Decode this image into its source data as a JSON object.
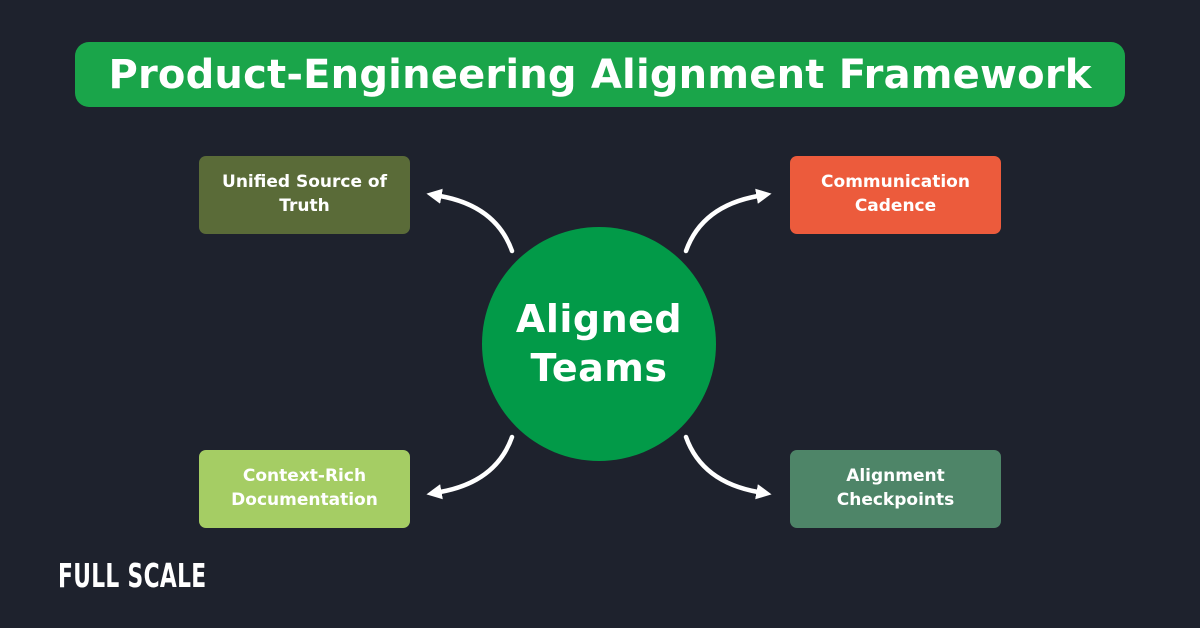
{
  "canvas": {
    "bg_color": "#1E222D"
  },
  "header": {
    "title": "Product-Engineering Alignment Framework",
    "bg_color": "#1AA54A",
    "text_color": "#FFFFFF"
  },
  "center": {
    "label": "Aligned\nTeams",
    "bg_color": "#029A48",
    "text_color": "#FFFFFF"
  },
  "nodes": {
    "top_left": {
      "label": "Unified Source of\nTruth",
      "bg_color": "#5A6B38"
    },
    "top_right": {
      "label": "Communication\nCadence",
      "bg_color": "#EC5B3C"
    },
    "bottom_left": {
      "label": "Context-Rich\nDocumentation",
      "bg_color": "#A5CD64"
    },
    "bottom_right": {
      "label": "Alignment\nCheckpoints",
      "bg_color": "#4E8568"
    }
  },
  "connectors": {
    "color": "#FFFFFF"
  },
  "branding": {
    "logo_text": "FULL SCALE",
    "color": "#FFFFFF"
  }
}
